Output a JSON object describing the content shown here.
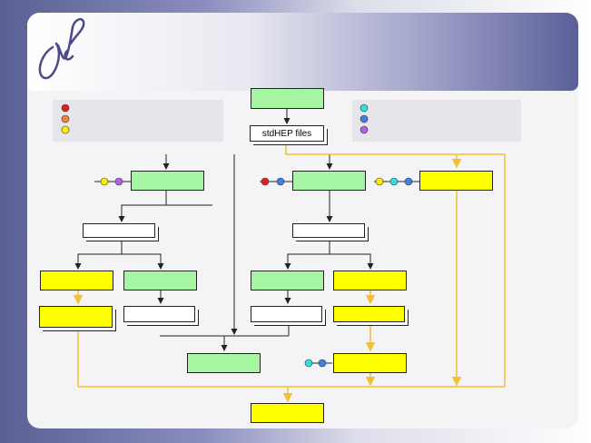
{
  "title": "",
  "input": {
    "label": "stdHEP files"
  },
  "colors": {
    "green_box": "#a6f5a2",
    "yellow_box": "#ffff00",
    "white_box": "#ffffff",
    "black_line": "#222222",
    "yellow_line": "#f2c030",
    "dot_red": "#e02020",
    "dot_orange": "#f08040",
    "dot_yellow": "#ffee00",
    "dot_cyan": "#30e0e0",
    "dot_blue": "#4080e0",
    "dot_purple": "#b060e0"
  },
  "legend_left": {
    "markers": [
      "red",
      "orange",
      "yellow"
    ],
    "labels": [
      "",
      "",
      ""
    ]
  },
  "legend_right": {
    "markers": [
      "cyan",
      "blue",
      "purple"
    ],
    "labels": [
      "",
      "",
      ""
    ]
  },
  "logo": {
    "icon": "signature-logo-icon"
  }
}
